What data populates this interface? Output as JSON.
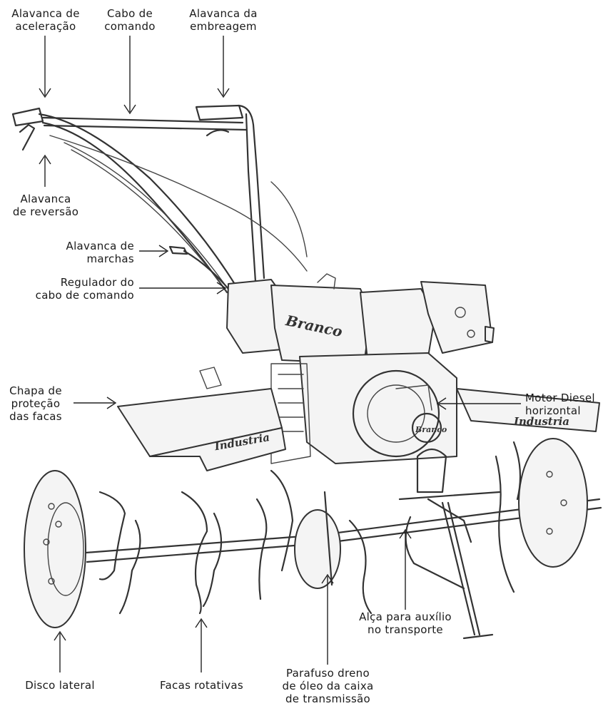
{
  "labels": {
    "throttle": [
      "Alavanca de",
      "aceleração"
    ],
    "cable": [
      "Cabo de",
      "comando"
    ],
    "clutch": [
      "Alavanca da",
      "embreagem"
    ],
    "reverse": [
      "Alavanca",
      "de reversão"
    ],
    "gears": [
      "Alavanca de",
      "marchas"
    ],
    "regulator": [
      "Regulador do",
      "cabo de comando"
    ],
    "shield": [
      "Chapa de",
      "proteção",
      "das facas"
    ],
    "engine": [
      "Motor Diesel",
      "horizontal"
    ],
    "handle": [
      "Alça para auxílio",
      "no transporte"
    ],
    "disc": [
      "Disco lateral"
    ],
    "blades": [
      "Facas rotativas"
    ],
    "drain": [
      "Parafuso dreno",
      "de óleo da caixa",
      "de transmissão"
    ]
  },
  "brand_text": "Branco",
  "model_text": "Industria",
  "colors": {
    "line": "#222222",
    "drawing": "#333333",
    "background": "#ffffff"
  }
}
